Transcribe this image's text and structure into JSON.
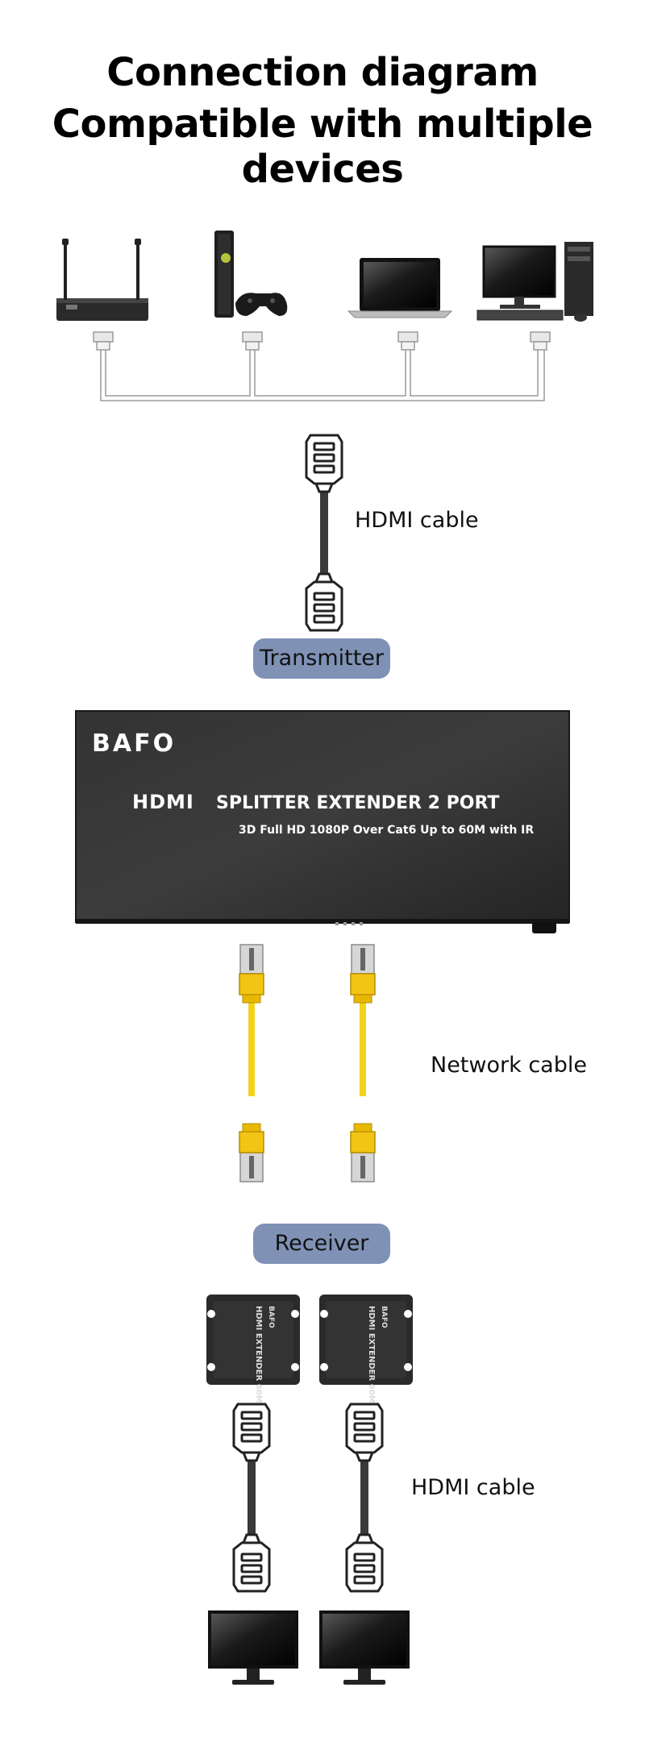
{
  "title": {
    "line1": "Connection diagram",
    "line2": "Compatible with multiple devices"
  },
  "labels": {
    "hdmi_cable_top": "HDMI cable",
    "transmitter": "Transmitter",
    "network_cable": "Network cable",
    "receiver": "Receiver",
    "hdmi_cable_bottom": "HDMI cable"
  },
  "transmitter_device": {
    "brand": "BAFO",
    "line1_logo": "HDMI",
    "line1_text": "SPLITTER EXTENDER 2 PORT",
    "line2": "3D Full HD 1080P Over Cat6 Up to 60M with IR"
  },
  "receiver_device": {
    "brand": "BAFO",
    "text": "HDMI EXTENDER 60M"
  },
  "colors": {
    "pill": "#7f92b6",
    "device_body": "#2b2b2b",
    "network_cable": "#f2d21a",
    "cable_gray": "#3a3a3a"
  }
}
